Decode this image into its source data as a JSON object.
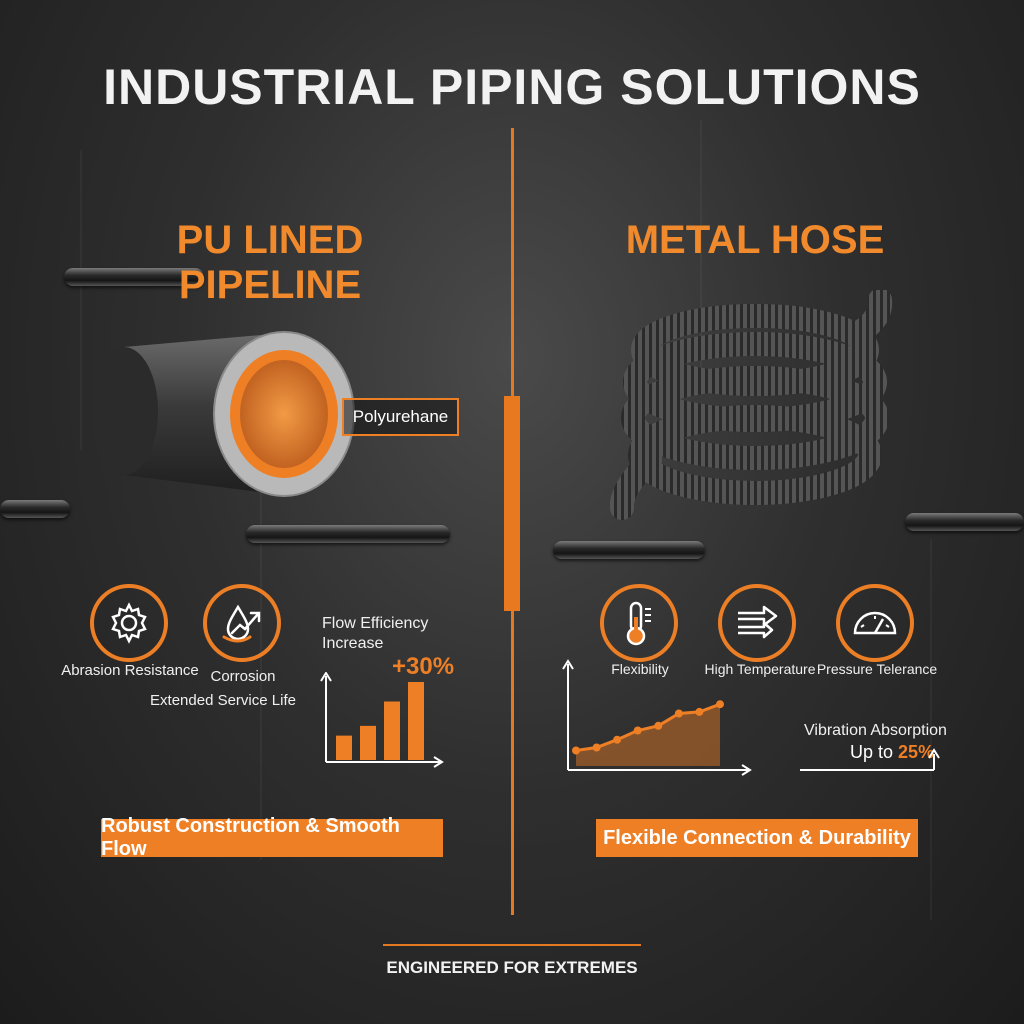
{
  "title": "INDUSTRIAL PIPING SOLUTIONS",
  "left": {
    "heading": "PU LINED PIPELINE",
    "callout": "Polyurehane",
    "features": [
      {
        "icon": "gear-icon",
        "label": "Abrasion Resistance"
      },
      {
        "icon": "droplet-arrow-icon",
        "label": "Corrosion"
      }
    ],
    "extra_label": "Extended Service Life",
    "chart_title_line1": "Flow Efficiency",
    "chart_title_line2": "Increase",
    "chart_highlight": "+30%",
    "banner": "Robust Construction & Smooth Flow"
  },
  "right": {
    "heading": "METAL HOSE",
    "features": [
      {
        "icon": "thermometer-icon",
        "label": "Flexibility"
      },
      {
        "icon": "double-arrow-icon",
        "label": "High Temperature"
      },
      {
        "icon": "gauge-icon",
        "label": "Pressure Telerance"
      }
    ],
    "vibration_line1": "Vibration Absorption",
    "vibration_prefix": "Up to",
    "vibration_value": "25%",
    "banner": "Flexible Connection & Durability"
  },
  "footer": "ENGINEERED FOR EXTREMES",
  "colors": {
    "accent": "#ee7f25",
    "background": "#2f2f2f",
    "text": "#ffffff"
  },
  "chart_data": [
    {
      "type": "bar",
      "values": [
        1,
        1.4,
        2.4,
        3.2
      ],
      "title": "Flow Efficiency Increase",
      "annotation": "+30%"
    },
    {
      "type": "area",
      "values": [
        1.0,
        1.2,
        1.7,
        2.3,
        2.6,
        3.4,
        3.5,
        4.0
      ],
      "annotation": "Vibration Absorption Up to 25%"
    }
  ]
}
